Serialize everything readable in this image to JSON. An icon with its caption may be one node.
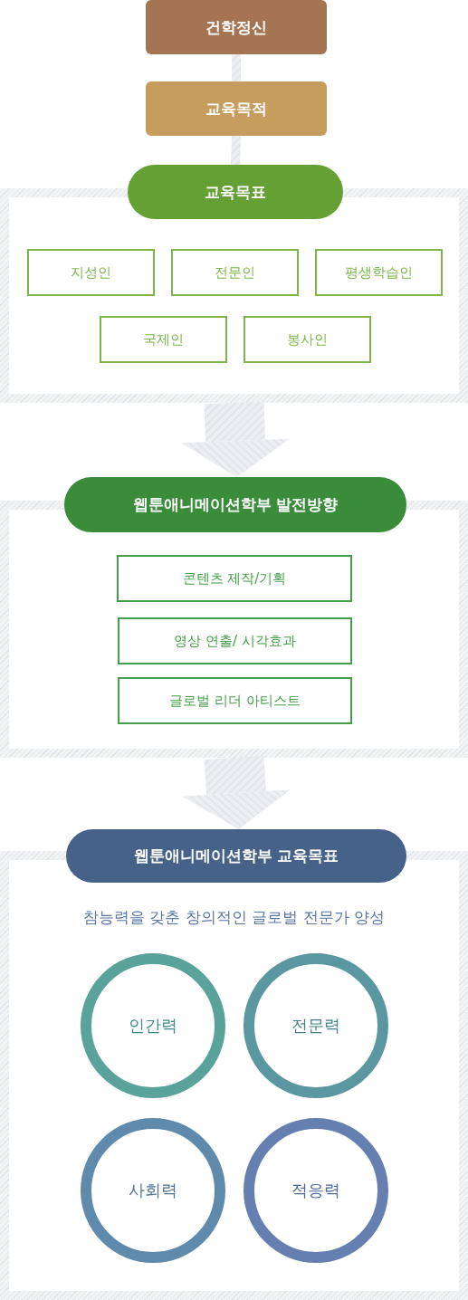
{
  "diagram": {
    "nodes": [
      {
        "text": [
          "건학정신"
        ]
      },
      {
        "text": [
          "교육목적"
        ]
      },
      {
        "text": [],
        "shape": "box"
      },
      {
        "text": [
          "교육목표"
        ]
      },
      {
        "text": [
          "지성인"
        ],
        "in": 2
      },
      {
        "text": [
          "전문인"
        ],
        "in": 2
      },
      {
        "text": [
          "평생학습인"
        ],
        "in": 2
      },
      {
        "text": [
          "국제인"
        ],
        "in": 2
      },
      {
        "text": [
          "봉사인"
        ],
        "in": 2
      },
      {
        "text": [],
        "shape": "box"
      },
      {
        "text": [
          "웹툰애니메이션학부 발전방향"
        ]
      },
      {
        "text": [
          "콘텐츠 제작/기획"
        ],
        "in": 9
      },
      {
        "text": [
          "영상 연출/ 시각효과"
        ],
        "in": 9
      },
      {
        "text": [
          "글로벌 리더 아티스트"
        ],
        "in": 9
      },
      {
        "text": [],
        "shape": "box"
      },
      {
        "text": [
          "웹툰애니메이션학부 교육목표"
        ]
      },
      {
        "text": [
          "인간력"
        ],
        "in": 14
      },
      {
        "text": [
          "전문력"
        ],
        "in": 14
      },
      {
        "text": [
          "사회력"
        ],
        "in": 14
      },
      {
        "text": [
          "적응력"
        ],
        "in": 14
      }
    ],
    "edges": [
      {
        "from": 0,
        "to": 1,
        "arrow": "none",
        "style": "thick"
      },
      {
        "from": 1,
        "to": 3,
        "arrow": "none",
        "style": "thick"
      },
      {
        "from": 2,
        "to": 10,
        "arrow": "to",
        "style": "thick"
      },
      {
        "from": 9,
        "to": 15,
        "arrow": "to",
        "style": "thick"
      }
    ],
    "labels": [
      "참능력을 갖춘 창의적인 글로벌 전문가 양성"
    ]
  }
}
